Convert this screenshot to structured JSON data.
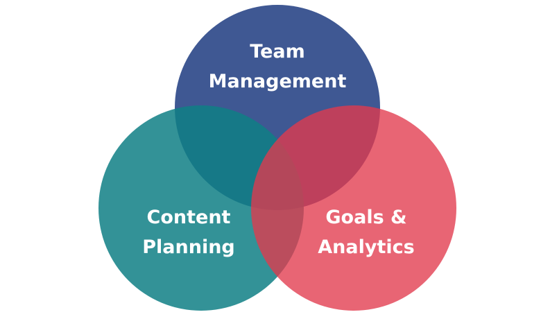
{
  "diagram": {
    "type": "venn",
    "circles": [
      {
        "id": "team",
        "label_lines": [
          "Team",
          "Management"
        ],
        "color": "#2f4a8a"
      },
      {
        "id": "content",
        "label_lines": [
          "Content",
          "Planning"
        ],
        "color": "#0f7f85"
      },
      {
        "id": "goals",
        "label_lines": [
          "Goals &",
          "Analytics"
        ],
        "color": "#e23a4d"
      }
    ]
  }
}
